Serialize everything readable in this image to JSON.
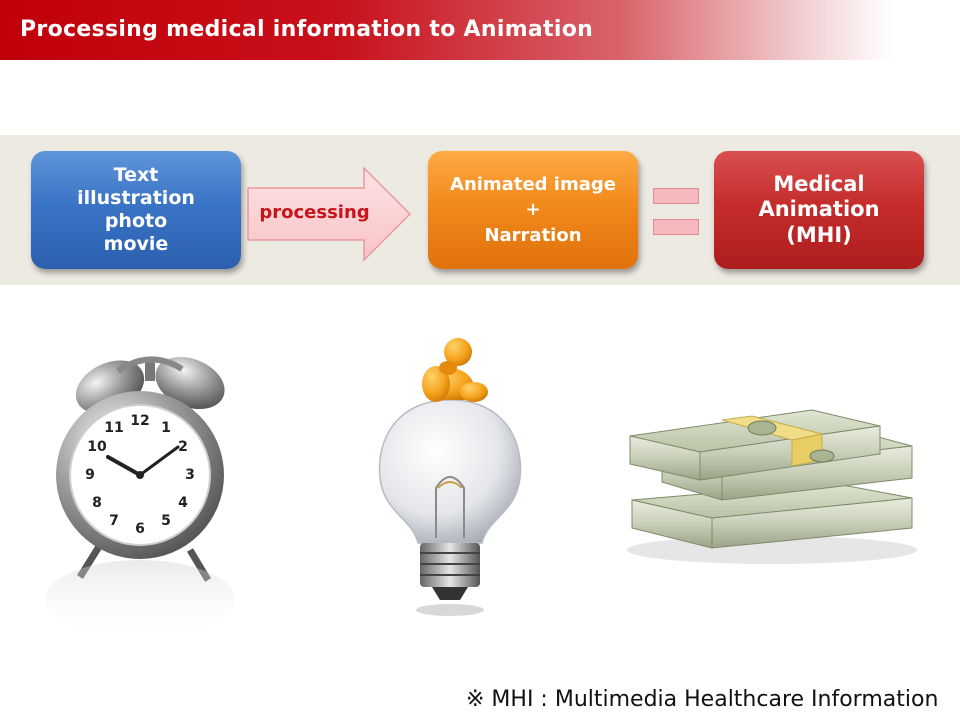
{
  "title": "Processing medical information to Animation",
  "flow": {
    "input_lines": [
      "Text",
      "illustration",
      "photo",
      "movie"
    ],
    "arrow_label": "processing",
    "output_lines": [
      "Animated image",
      "+",
      "Narration"
    ],
    "result_lines": [
      "Medical",
      "Animation",
      "(MHI)"
    ]
  },
  "illustrations": {
    "clock": "alarm-clock",
    "bulb": "thinker-on-light-bulb",
    "money": "stacks-of-dollar-bills"
  },
  "footnote": "※ MHI : Multimedia Healthcare Information",
  "colors": {
    "title_bar": "#c0000a",
    "input_box": "#3a74c6",
    "output_box": "#f28a1c",
    "result_box": "#c62c2c",
    "arrow_fill": "#fbd3d5",
    "band": "#edeae2"
  }
}
